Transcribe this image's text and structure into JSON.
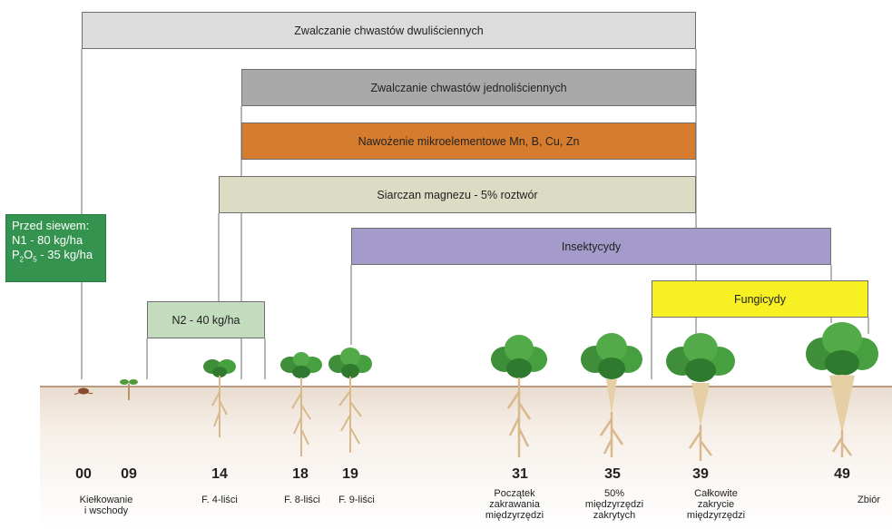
{
  "presowing": {
    "title": "Przed siewem:",
    "n1": "N1 - 80 kg/ha",
    "p2o5_p": "P",
    "p2o5_sub1": "2",
    "p2o5_o": "O",
    "p2o5_sub2": "5",
    "p2o5_rest": " - 35 kg/ha"
  },
  "bars": {
    "dicot": "Zwalczanie chwastów dwuliściennych",
    "monocot": "Zwalczanie chwastów jednoliściennych",
    "micro": "Nawożenie mikroelementowe Mn, B, Cu, Zn",
    "magnesium": "Siarczan magnezu - 5% roztwór",
    "insecticides": "Insektycydy",
    "fungicides": "Fungicydy",
    "n2": "N2 - 40 kg/ha"
  },
  "stages": [
    {
      "code": "00",
      "desc": "Kiełkowanie\ni wschody"
    },
    {
      "code": "09",
      "desc": ""
    },
    {
      "code": "14",
      "desc": "F. 4-liści"
    },
    {
      "code": "18",
      "desc": "F. 8-liści"
    },
    {
      "code": "19",
      "desc": "F. 9-liści"
    },
    {
      "code": "31",
      "desc": "Początek\nzakrawania\nmiędzyrzędzi"
    },
    {
      "code": "35",
      "desc": "50%\nmiędzyrzędzi\nzakrytych"
    },
    {
      "code": "39",
      "desc": "Całkowite\nzakrycie\nmiędzyrzędzi"
    },
    {
      "code": "49",
      "desc": ""
    }
  ],
  "harvest_label": "Zbiór",
  "colors": {
    "dicot": "#dcdcdc",
    "monocot": "#a9a9aa",
    "micro": "#d67c2e",
    "magnesium": "#dcdbc4",
    "insecticides": "#a49bcb",
    "fungicides": "#f7f123",
    "n2": "#c2dcbd",
    "presowing": "#33934f",
    "leaf": "#3f8f3a",
    "root": "#d9b98c"
  }
}
